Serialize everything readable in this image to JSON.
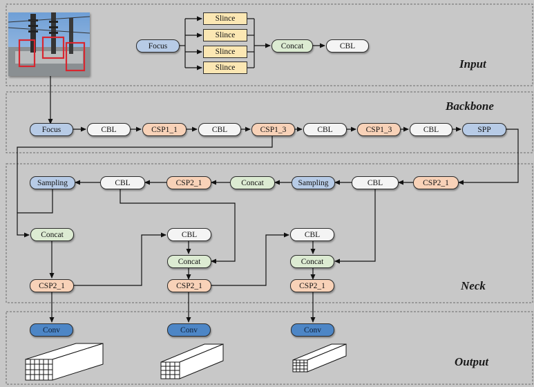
{
  "sections": {
    "input": "Input",
    "backbone": "Backbone",
    "neck": "Neck",
    "output": "Output"
  },
  "input_stage": {
    "focus": "Focus",
    "slices": [
      "Slince",
      "Slince",
      "Slince",
      "Slince"
    ],
    "concat": "Concat",
    "cbl": "CBL"
  },
  "backbone": [
    "Focus",
    "CBL",
    "CSP1_1",
    "CBL",
    "CSP1_3",
    "CBL",
    "CSP1_3",
    "CBL",
    "SPP"
  ],
  "neck": {
    "row1": [
      "Sampling",
      "CBL",
      "CSP2_1",
      "Concat",
      "Sampling",
      "CBL",
      "CSP2_1"
    ],
    "col1": [
      "Concat",
      "CSP2_1",
      "Conv"
    ],
    "col2": [
      "CBL",
      "Concat",
      "CSP2_1",
      "Conv"
    ],
    "col3": [
      "CBL",
      "Concat",
      "CSP2_1",
      "Conv"
    ]
  },
  "colors": {
    "background": "#c8c8c8",
    "focus_sampling": "#b7cbe6",
    "cbl": "#f4f4f4",
    "csp": "#f8d2b8",
    "concat": "#dcebd2",
    "slice": "#fbe7b3",
    "conv": "#4d86c6"
  }
}
